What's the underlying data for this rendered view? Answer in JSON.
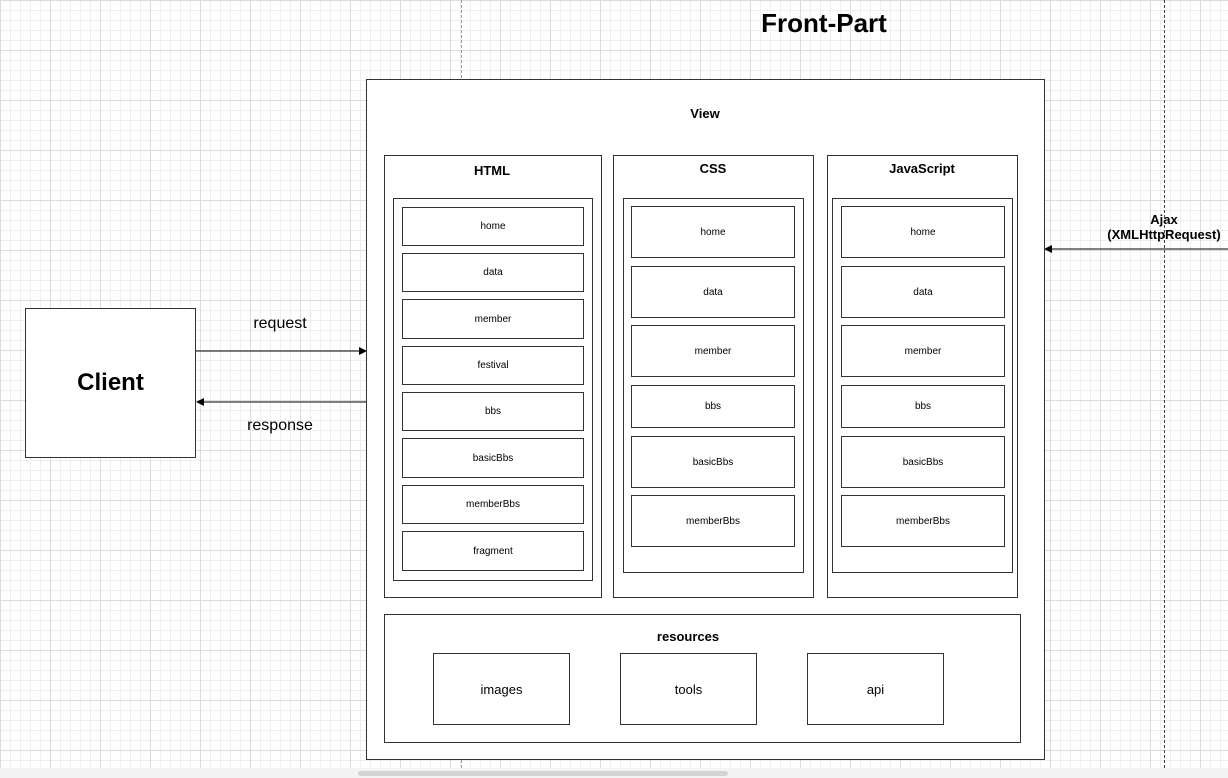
{
  "title": "Front-Part",
  "client": {
    "label": "Client"
  },
  "arrows": {
    "request": "request",
    "response": "response"
  },
  "ajax": {
    "line1": "Ajax",
    "line2": "(XMLHttpRequest)"
  },
  "view": {
    "label": "View",
    "columns": [
      {
        "title": "HTML",
        "items": [
          "home",
          "data",
          "member",
          "festival",
          "bbs",
          "basicBbs",
          "memberBbs",
          "fragment"
        ]
      },
      {
        "title": "CSS",
        "items": [
          "home",
          "data",
          "member",
          "bbs",
          "basicBbs",
          "memberBbs"
        ]
      },
      {
        "title": "JavaScript",
        "items": [
          "home",
          "data",
          "member",
          "bbs",
          "basicBbs",
          "memberBbs"
        ]
      }
    ]
  },
  "resources": {
    "title": "resources",
    "items": [
      "images",
      "tools",
      "api"
    ]
  }
}
